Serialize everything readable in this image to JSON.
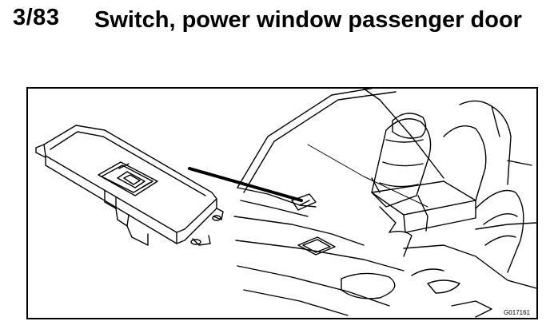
{
  "header": {
    "section_number": "3/83",
    "title": "Switch, power window passenger door"
  },
  "figure": {
    "code": "G017161",
    "icons": [
      "power-window-switch-icon",
      "car-interior-icon",
      "pointer-arrow-icon"
    ]
  }
}
